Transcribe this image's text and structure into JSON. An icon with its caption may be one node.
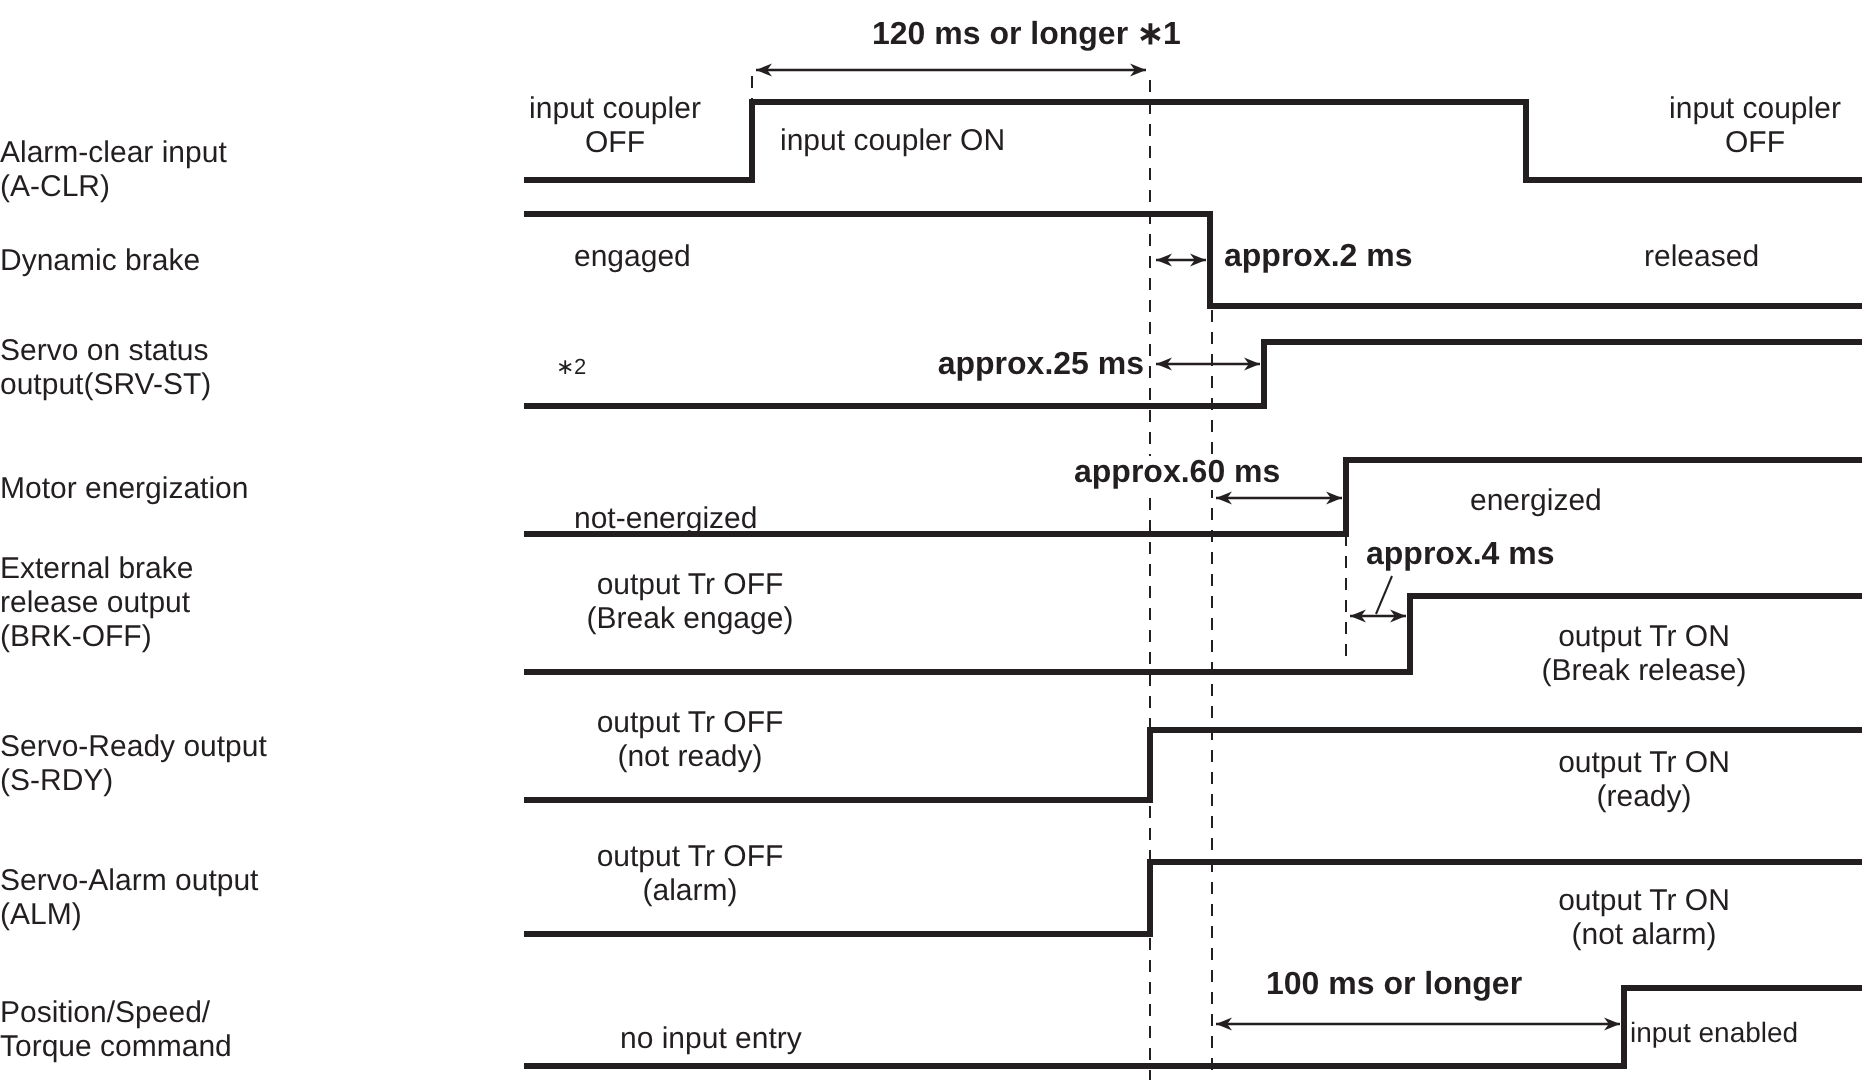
{
  "diagram": {
    "labels": [
      "120 ms or longer ∗1",
      "Alarm-clear input (A-CLR)",
      "input coupler OFF",
      "input coupler ON",
      "input coupler OFF",
      "Dynamic brake",
      "engaged",
      "approx.2 ms",
      "released",
      "Servo on status output(SRV-ST)",
      "∗2",
      "approx.25 ms",
      "Motor energization",
      "not-energized",
      "approx.60 ms",
      "energized",
      "External brake release output (BRK-OFF)",
      "approx.4 ms",
      "output Tr OFF (Break engage)",
      "output Tr ON (Break release)",
      "Servo-Ready output (S-RDY)",
      "output Tr OFF (not ready)",
      "output Tr ON (ready)",
      "Servo-Alarm output (ALM)",
      "output Tr OFF (alarm)",
      "output Tr ON (not alarm)",
      "Position/Speed/ Torque command",
      "no input entry",
      "100 ms or longer",
      "input enabled"
    ]
  }
}
